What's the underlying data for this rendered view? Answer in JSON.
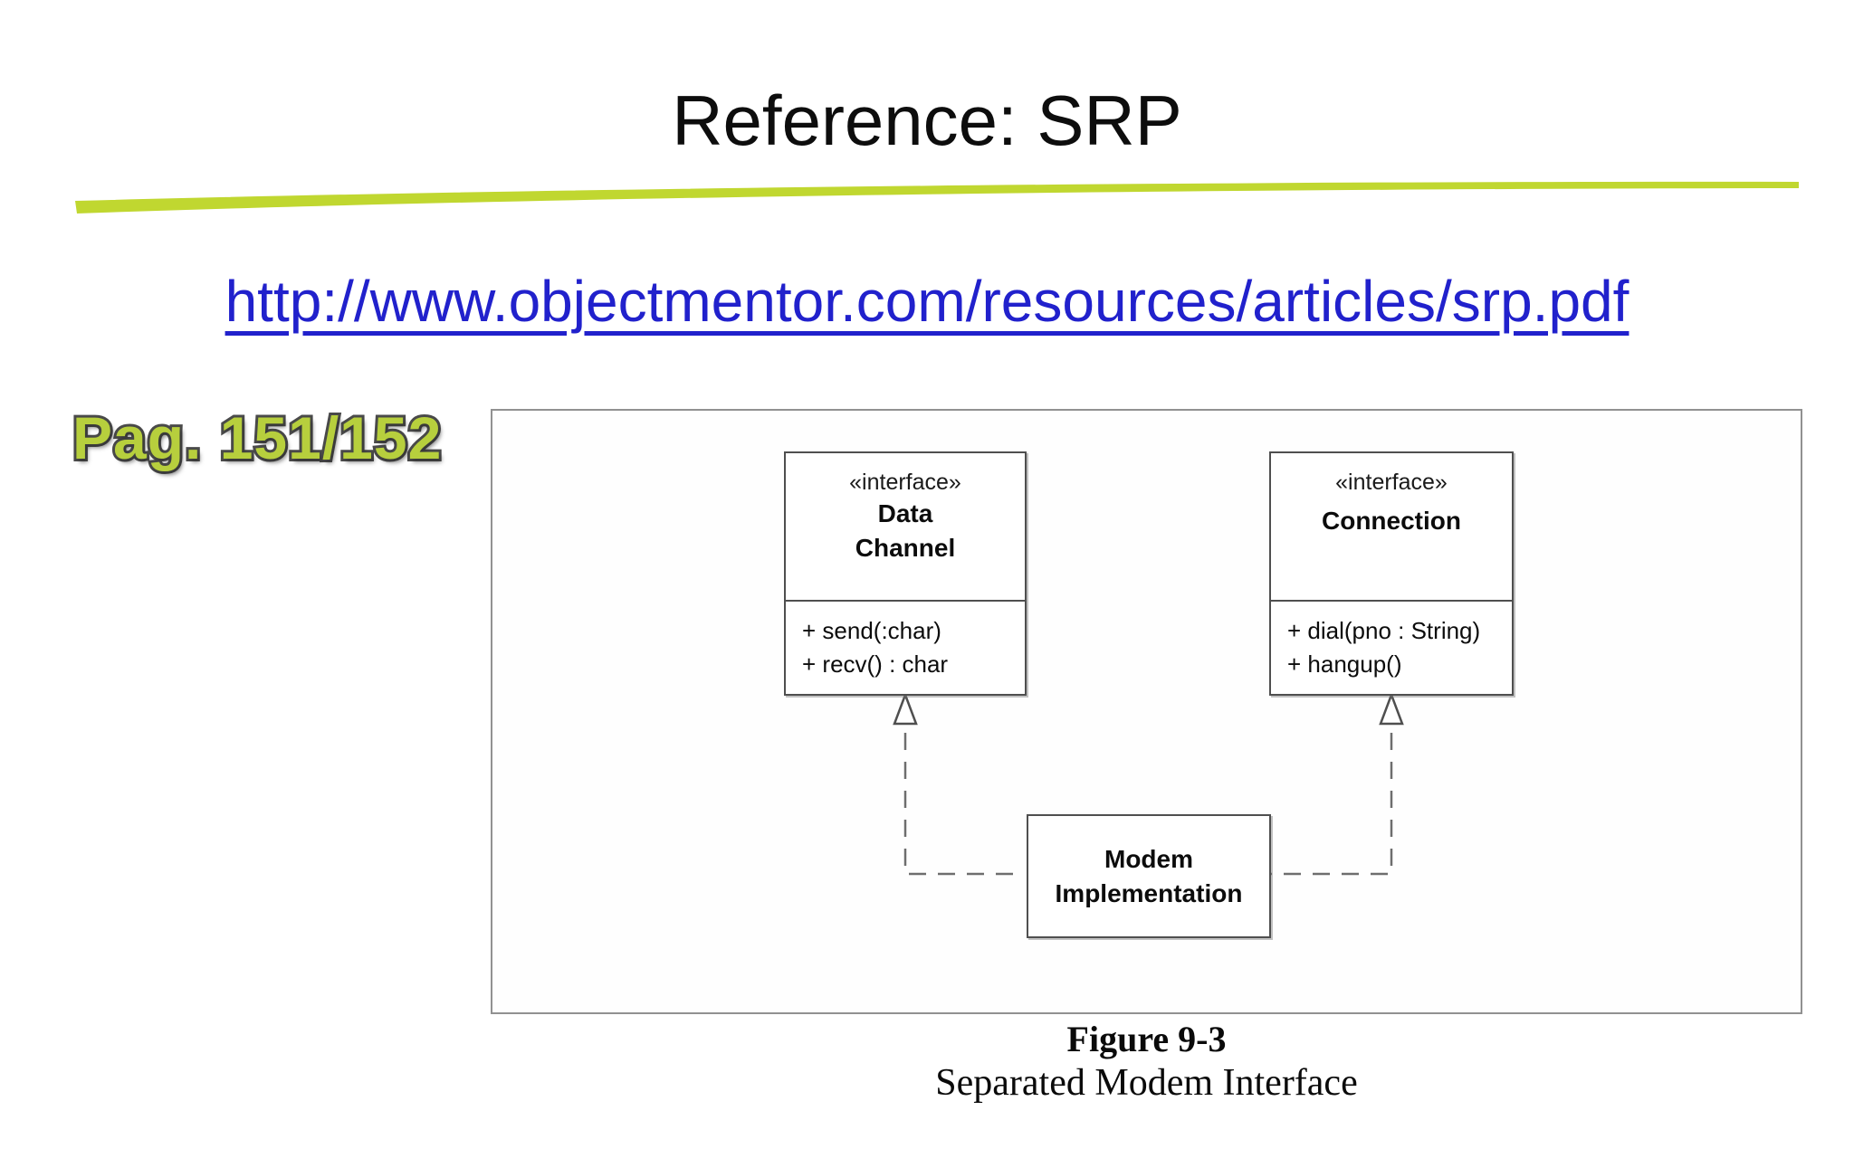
{
  "slide": {
    "title": "Reference: SRP",
    "link": "http://www.objectmentor.com/resources/articles/srp.pdf",
    "page_label": "Pag. 151/152",
    "colors": {
      "accent_lime": "#c0d730",
      "link_blue": "#2121cc",
      "page_label_fill": "#b7cf3d",
      "page_label_outline": "#4a4a4a"
    }
  },
  "diagram": {
    "interfaces": [
      {
        "stereotype": "«interface»",
        "name_lines": [
          "Data",
          "Channel"
        ],
        "methods": [
          "+ send(:char)",
          "+ recv() : char"
        ]
      },
      {
        "stereotype": "«interface»",
        "name_lines": [
          "Connection"
        ],
        "methods": [
          "+ dial(pno : String)",
          "+ hangup()"
        ]
      }
    ],
    "implementation": {
      "name_lines": [
        "Modem",
        "Implementation"
      ]
    },
    "caption_title": "Figure 9-3",
    "caption_subtitle": "Separated Modem Interface"
  }
}
